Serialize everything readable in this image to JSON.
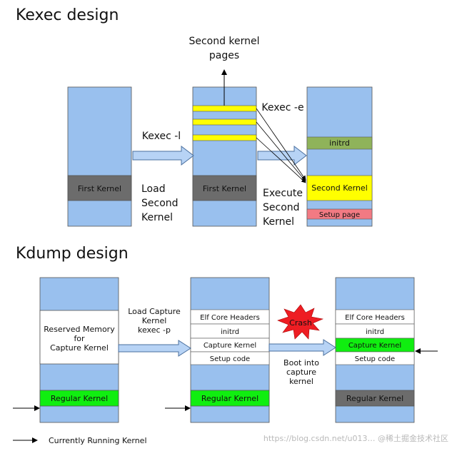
{
  "kexec": {
    "title": "Kexec design",
    "second_kernel_pages": [
      "Second kernel",
      "pages"
    ],
    "kexec_l": "Kexec -l",
    "kexec_e": "Kexec -e",
    "first_kernel_1": "First Kernel",
    "first_kernel_2": "First Kernel",
    "load_second_kernel": [
      "Load",
      "Second",
      "Kernel"
    ],
    "execute_second_kernel": [
      "Execute",
      "Second",
      "Kernel"
    ],
    "initrd": "initrd",
    "second_kernel": "Second Kernel",
    "setup_page": "Setup page"
  },
  "kdump": {
    "title": "Kdump design",
    "reserved_memory": [
      "Reserved Memory",
      "for",
      "Capture Kernel"
    ],
    "load_capture": [
      "Load Capture",
      "Kernel",
      "kexec -p"
    ],
    "regular_kernel_1": "Regular Kernel",
    "regular_kernel_2": "Regular Kernel",
    "regular_kernel_3": "Regular Kernel",
    "mid_items": [
      "Elf Core Headers",
      "initrd",
      "Capture Kernel",
      "Setup code"
    ],
    "right_items": [
      "Elf Core Headers",
      "initrd",
      "Capture Kernel",
      "Setup code"
    ],
    "crash": "Crash",
    "boot_into_capture": [
      "Boot into",
      "capture",
      "kernel"
    ]
  },
  "legend": {
    "label": "Currently Running Kernel"
  },
  "watermark": {
    "text": "https://blog.csdn.net/u013…  @稀土掘金技术社区"
  },
  "colors": {
    "memory_blue": "#99c0ee",
    "first_kernel_gray": "#6c6c6c",
    "kernel_yellow": "#ffff00",
    "initrd_green": "#8fb35a",
    "setup_red": "#f27a83",
    "regular_green": "#10ee10",
    "arrow_fill": "#b7d3f5",
    "crash_red": "#ee1d23"
  }
}
